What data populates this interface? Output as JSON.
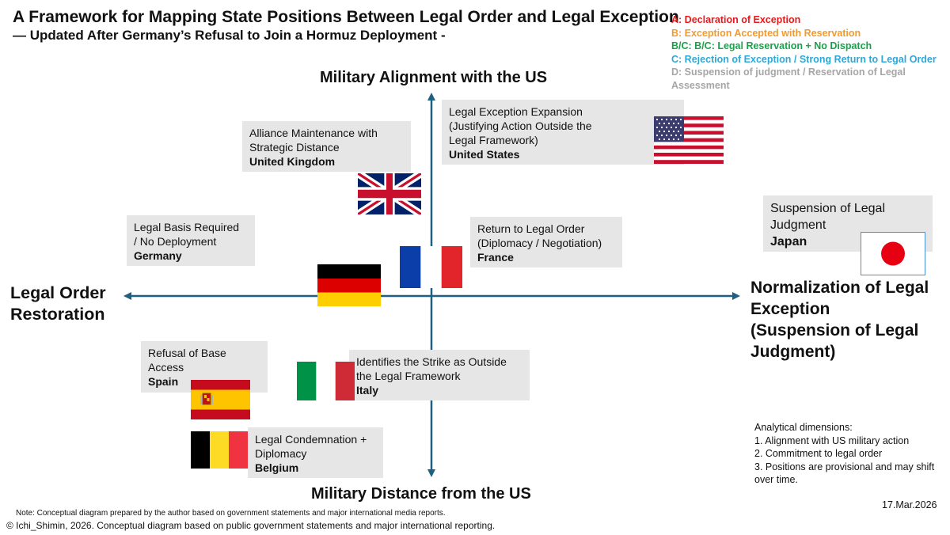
{
  "title": "A Framework for Mapping State Positions Between Legal Order and Legal Exception",
  "subtitle": "— Updated After Germany’s Refusal to Join a Hormuz Deployment -",
  "legend": [
    {
      "text": "A: Declaration of Exception",
      "color": "#e8191d"
    },
    {
      "text": "B: Exception Accepted with Reservation",
      "color": "#f29a2e"
    },
    {
      "text": "B/C: B/C: Legal Reservation + No Dispatch",
      "color": "#1aa24a"
    },
    {
      "text": "C: Rejection of Exception / Strong Return to Legal Order",
      "color": "#2ea8d8"
    },
    {
      "text": "D: Suspension of judgment / Reservation of Legal Assessment",
      "color": "#a6a6a6"
    }
  ],
  "axes": {
    "top": "Military Alignment with the US",
    "bottom": "Military Distance from the US",
    "left": [
      "Legal Order",
      "Restoration"
    ],
    "right": [
      "Normalization of Legal",
      "Exception",
      "(Suspension of Legal",
      "Judgment)"
    ],
    "color": "#1f5f7f"
  },
  "positions": {
    "united_states": {
      "lines": [
        "Legal Exception Expansion",
        "(Justifying Action Outside the",
        "Legal Framework)"
      ],
      "country": "United States"
    },
    "united_kingdom": {
      "lines": [
        "Alliance Maintenance with",
        "Strategic Distance"
      ],
      "country": "United Kingdom"
    },
    "germany": {
      "lines": [
        "Legal Basis Required",
        "/ No Deployment"
      ],
      "country": "Germany"
    },
    "france": {
      "lines": [
        "Return to Legal Order",
        "(Diplomacy / Negotiation)"
      ],
      "country": "France"
    },
    "japan": {
      "lines": [
        "Suspension of Legal",
        "Judgment"
      ],
      "country": "Japan"
    },
    "spain": {
      "lines": [
        "Refusal of Base",
        "Access"
      ],
      "country": "Spain"
    },
    "italy": {
      "lines": [
        "Identifies the Strike as Outside",
        "the Legal Framework"
      ],
      "country": "Italy"
    },
    "belgium": {
      "lines": [
        "Legal Condemnation +",
        "Diplomacy"
      ],
      "country": "Belgium"
    }
  },
  "flags": [
    "us-flag-icon",
    "uk-flag-icon",
    "germany-flag-icon",
    "france-flag-icon",
    "japan-flag-icon",
    "spain-flag-icon",
    "italy-flag-icon",
    "belgium-flag-icon"
  ],
  "notes": {
    "heading": "Analytical dimensions:",
    "items": [
      "1. Alignment with US military action",
      "2. Commitment to legal order",
      "3. Positions are provisional and may shift over time."
    ]
  },
  "date": "17.Mar.2026",
  "footnote": "Note: Conceptual diagram prepared by the author based on government statements and major international media reports.",
  "copyright": "© Ichi_Shimin, 2026. Conceptual diagram based on public government statements and major international reporting."
}
